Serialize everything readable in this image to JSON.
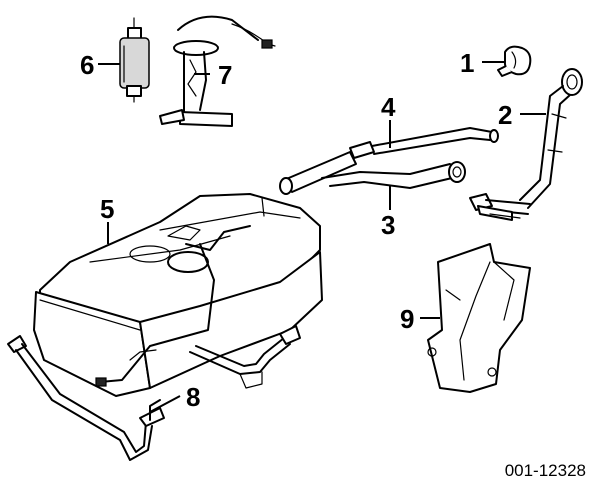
{
  "callouts": {
    "c1": "1",
    "c2": "2",
    "c3": "3",
    "c4": "4",
    "c5": "5",
    "c6": "6",
    "c7": "7",
    "c8": "8",
    "c9": "9"
  },
  "reference_number": "001-12328"
}
